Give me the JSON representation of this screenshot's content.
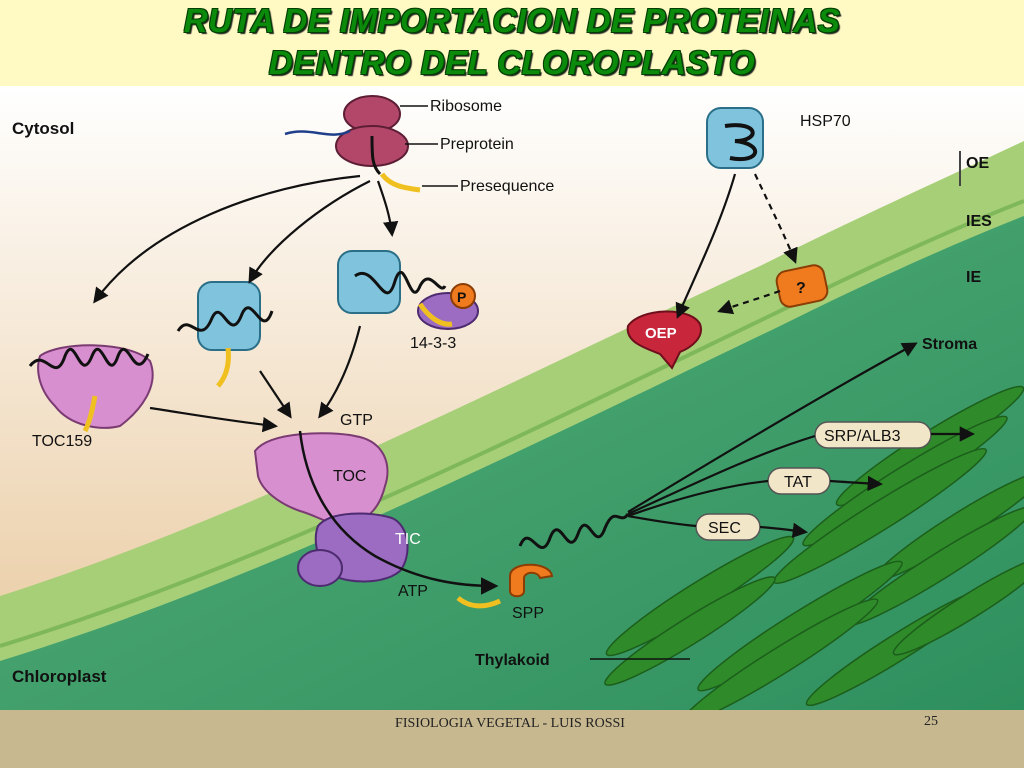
{
  "slide": {
    "title_line1": "RUTA DE IMPORTACION DE PROTEINAS",
    "title_line2": "DENTRO DEL CLOROPLASTO"
  },
  "diagram": {
    "labels": {
      "cytosol": "Cytosol",
      "chloroplast": "Chloroplast",
      "ribosome": "Ribosome",
      "preprotein": "Preprotein",
      "presequence": "Presequence",
      "hsp70": "HSP70",
      "oe": "OE",
      "ies": "IES",
      "ie": "IE",
      "unknown": "?",
      "oep": "OEP",
      "p": "P",
      "protein_14_3_3": "14-3-3",
      "toc159": "TOC159",
      "gtp": "GTP",
      "toc": "TOC",
      "tic": "TIC",
      "atp": "ATP",
      "spp": "SPP",
      "stroma": "Stroma",
      "srp_alb3": "SRP/ALB3",
      "tat": "TAT",
      "sec": "SEC",
      "thylakoid": "Thylakoid"
    },
    "colors": {
      "cytosol_top": "#ffffff",
      "cytosol_bottom": "#e8c79a",
      "outer_envelope": "#a6cf78",
      "stroma": "#3a9d6a",
      "thylakoid": "#2f8a2a",
      "toc": "#d88fcf",
      "tic": "#9b6cc1",
      "hsp": "#7fc3dc",
      "oep": "#c8263b",
      "spp": "#f07a1e",
      "transit_peptide": "#f0c020",
      "ribosome": "#b3476a"
    }
  },
  "footer": {
    "credit": "FISIOLOGIA VEGETAL - LUIS ROSSI",
    "page": "25"
  }
}
